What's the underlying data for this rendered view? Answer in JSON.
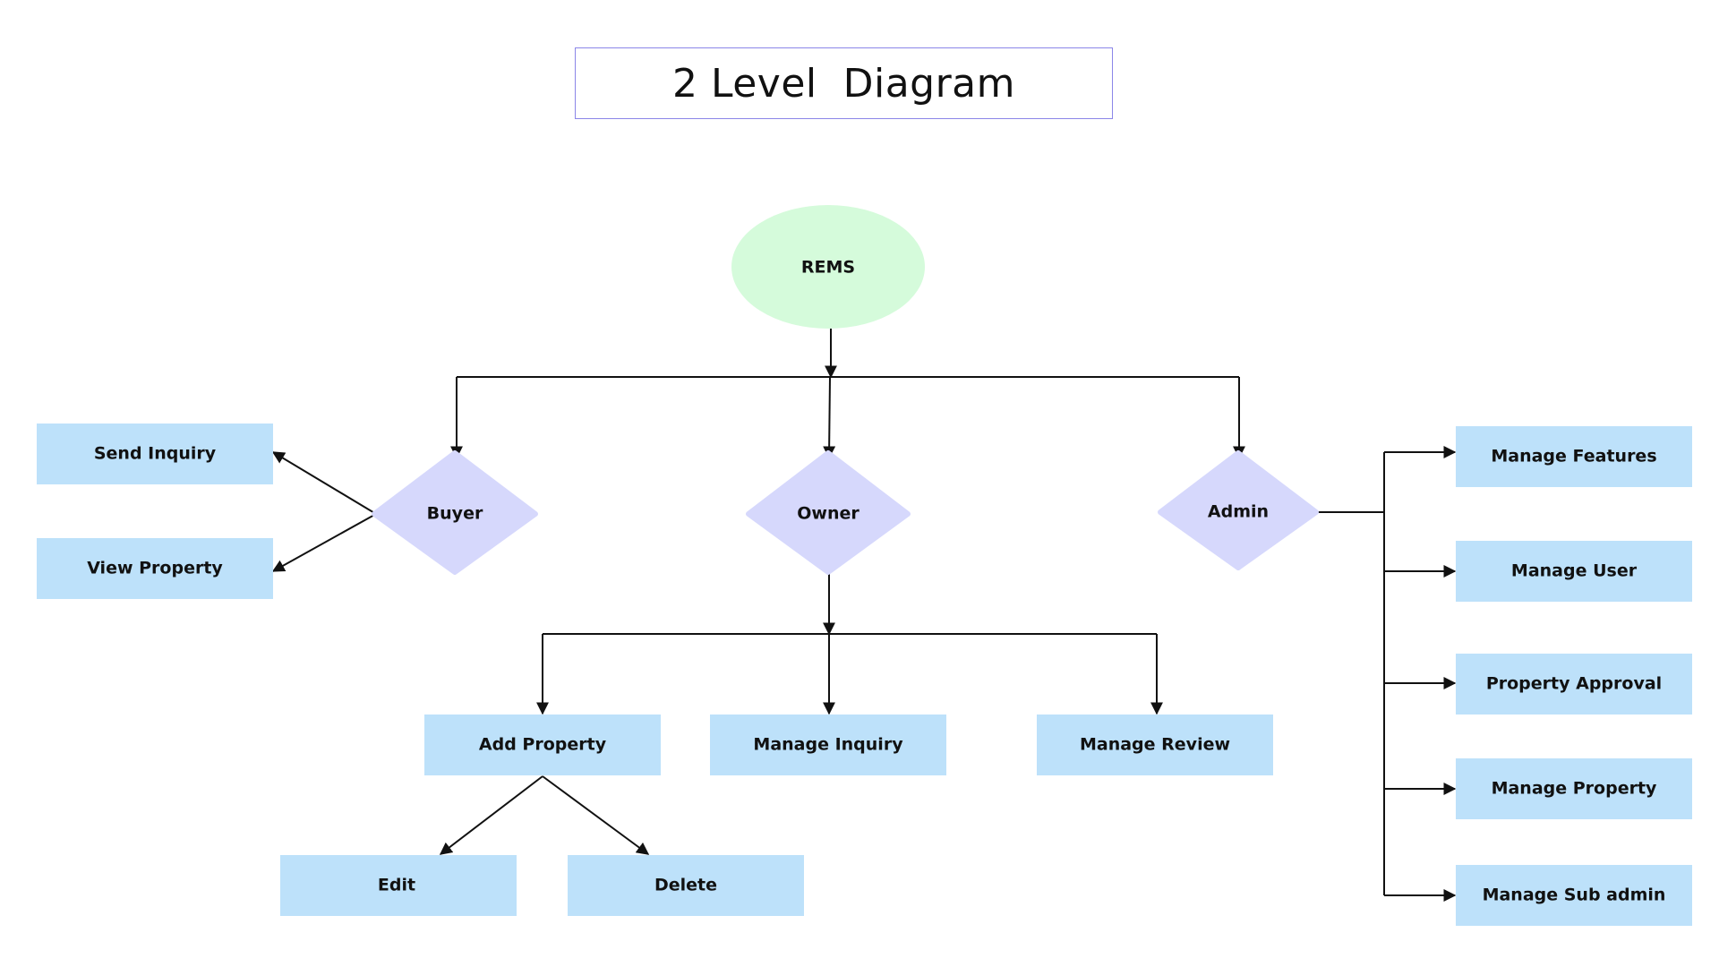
{
  "title": "2 Level  Diagram",
  "colors": {
    "title_border": "#8b86e8",
    "root_fill": "#d5fbdb",
    "role_fill": "#d6d8fc",
    "action_fill": "#bde1fa",
    "line": "#111111"
  },
  "root": {
    "label": "REMS"
  },
  "roles": {
    "buyer": {
      "label": "Buyer"
    },
    "owner": {
      "label": "Owner"
    },
    "admin": {
      "label": "Admin"
    }
  },
  "buyer_actions": [
    {
      "label": "Send Inquiry"
    },
    {
      "label": "View Property"
    }
  ],
  "owner_actions": [
    {
      "label": "Add Property"
    },
    {
      "label": "Manage Inquiry"
    },
    {
      "label": "Manage Review"
    }
  ],
  "add_property_actions": [
    {
      "label": "Edit"
    },
    {
      "label": "Delete"
    }
  ],
  "admin_actions": [
    {
      "label": "Manage Features"
    },
    {
      "label": "Manage User"
    },
    {
      "label": "Property Approval"
    },
    {
      "label": "Manage Property"
    },
    {
      "label": "Manage Sub admin"
    }
  ]
}
